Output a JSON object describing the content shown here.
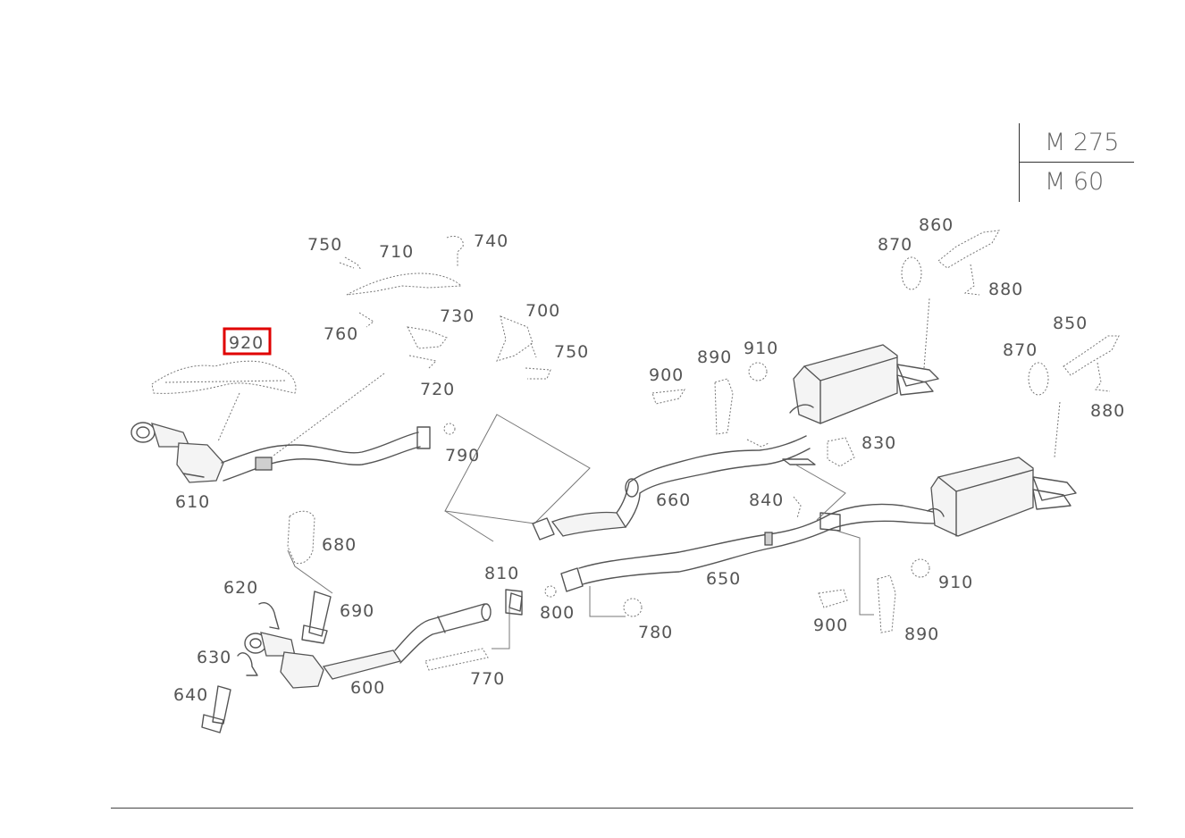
{
  "engine_codes": [
    "M 275",
    "M 60"
  ],
  "highlighted_part": "920",
  "labels": [
    "750",
    "710",
    "740",
    "860",
    "870",
    "880",
    "760",
    "730",
    "700",
    "920",
    "750",
    "850",
    "870",
    "720",
    "910",
    "890",
    "900",
    "880",
    "830",
    "790",
    "610",
    "660",
    "840",
    "680",
    "810",
    "650",
    "620",
    "690",
    "910",
    "800",
    "900",
    "780",
    "890",
    "630",
    "770",
    "600",
    "640"
  ]
}
